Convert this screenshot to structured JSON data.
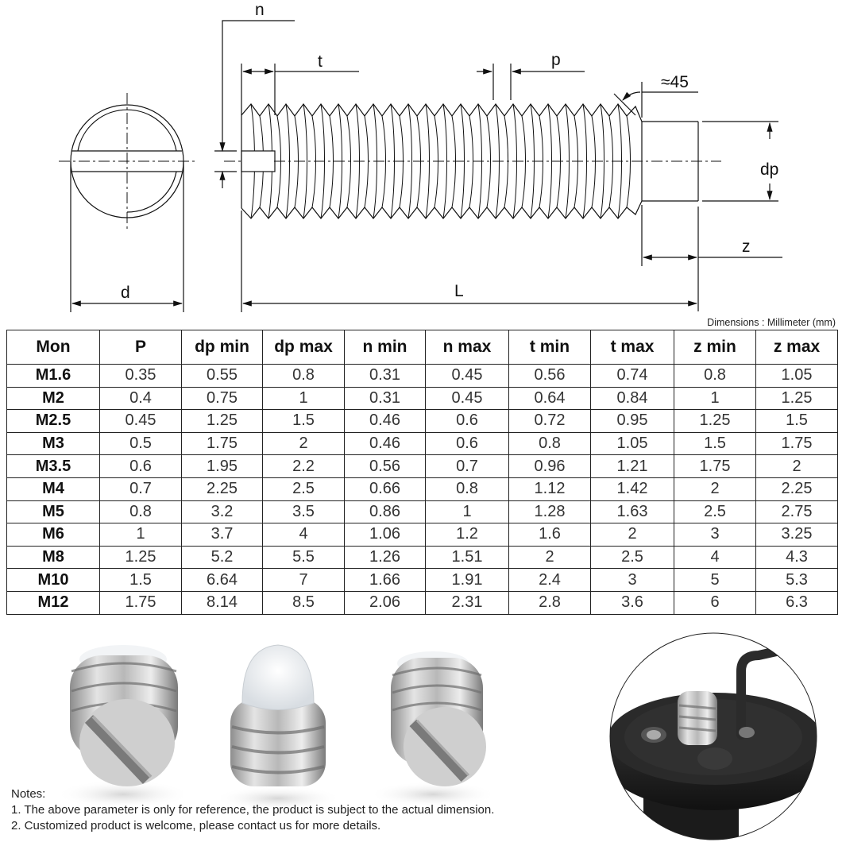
{
  "drawing": {
    "labels": {
      "n": "n",
      "t": "t",
      "p": "p",
      "angle": "≈45",
      "dp": "dp",
      "z": "z",
      "d": "d",
      "L": "L"
    }
  },
  "table": {
    "units_note": "Dimensions : Millimeter (mm)",
    "headers": [
      "Mon",
      "P",
      "dp min",
      "dp max",
      "n min",
      "n max",
      "t min",
      "t max",
      "z min",
      "z max"
    ],
    "rows": [
      [
        "M1.6",
        "0.35",
        "0.55",
        "0.8",
        "0.31",
        "0.45",
        "0.56",
        "0.74",
        "0.8",
        "1.05"
      ],
      [
        "M2",
        "0.4",
        "0.75",
        "1",
        "0.31",
        "0.45",
        "0.64",
        "0.84",
        "1",
        "1.25"
      ],
      [
        "M2.5",
        "0.45",
        "1.25",
        "1.5",
        "0.46",
        "0.6",
        "0.72",
        "0.95",
        "1.25",
        "1.5"
      ],
      [
        "M3",
        "0.5",
        "1.75",
        "2",
        "0.46",
        "0.6",
        "0.8",
        "1.05",
        "1.5",
        "1.75"
      ],
      [
        "M3.5",
        "0.6",
        "1.95",
        "2.2",
        "0.56",
        "0.7",
        "0.96",
        "1.21",
        "1.75",
        "2"
      ],
      [
        "M4",
        "0.7",
        "2.25",
        "2.5",
        "0.66",
        "0.8",
        "1.12",
        "1.42",
        "2",
        "2.25"
      ],
      [
        "M5",
        "0.8",
        "3.2",
        "3.5",
        "0.86",
        "1",
        "1.28",
        "1.63",
        "2.5",
        "2.75"
      ],
      [
        "M6",
        "1",
        "3.7",
        "4",
        "1.06",
        "1.2",
        "1.6",
        "2",
        "3",
        "3.25"
      ],
      [
        "M8",
        "1.25",
        "5.2",
        "5.5",
        "1.26",
        "1.51",
        "2",
        "2.5",
        "4",
        "4.3"
      ],
      [
        "M10",
        "1.5",
        "6.64",
        "7",
        "1.66",
        "1.91",
        "2.4",
        "3",
        "5",
        "5.3"
      ],
      [
        "M12",
        "1.75",
        "8.14",
        "8.5",
        "2.06",
        "2.31",
        "2.8",
        "3.6",
        "6",
        "6.3"
      ]
    ]
  },
  "notes": {
    "title": "Notes:",
    "items": [
      "1. The above parameter is only for reference, the product is subject to the actual dimension.",
      "2. Customized product is welcome, please contact us for more details."
    ]
  }
}
